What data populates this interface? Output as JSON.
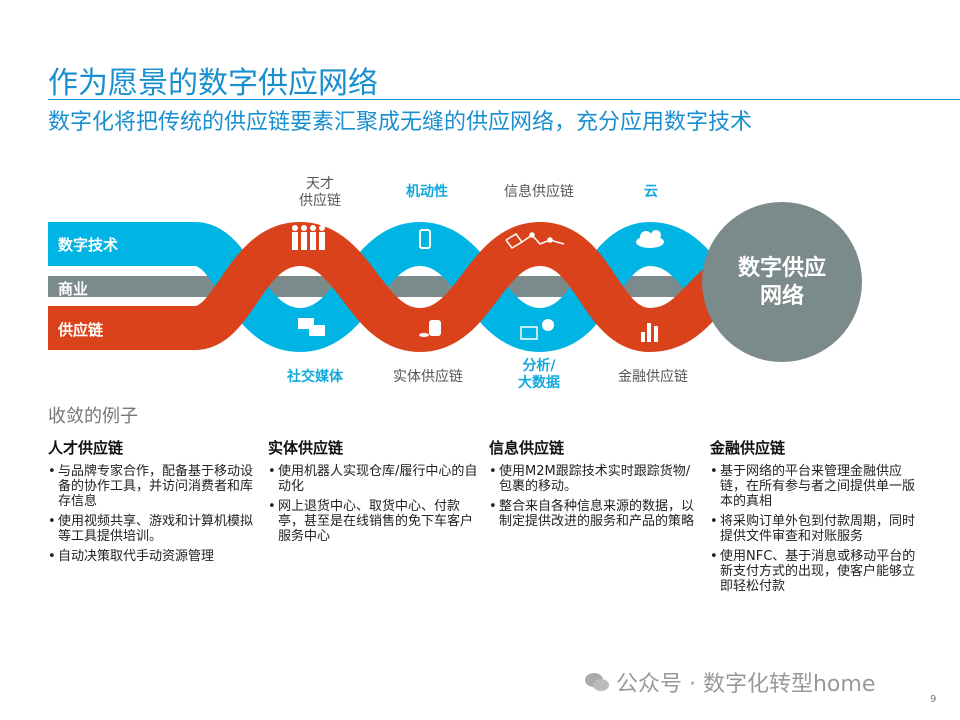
{
  "title": "作为愿景的数字供应网络",
  "subtitle": "数字化将把传统的供应链要素汇聚成无缝的供应网络，充分应用数字技术",
  "colors": {
    "digital": "#00b4e4",
    "business": "#7b8a8a",
    "supply": "#d9421a",
    "title": "#1a8fcf"
  },
  "diagram": {
    "bands": [
      "数字技术",
      "商业",
      "供应链"
    ],
    "top_labels": [
      {
        "text": "天才\n供应链",
        "line1": "天才",
        "line2": "供应链",
        "icon": "people-icon"
      },
      {
        "text": "机动性",
        "icon": "mobile-phone-icon"
      },
      {
        "text": "信息供应链",
        "icon": "network-nodes-icon"
      },
      {
        "text": "云",
        "icon": "cloud-icon"
      }
    ],
    "bottom_labels": [
      {
        "text": "社交媒体",
        "icon": "chat-bubbles-icon"
      },
      {
        "text": "实体供应链",
        "icon": "coins-icon"
      },
      {
        "text": "分析/\n大数据",
        "line1": "分析/",
        "line2": "大数据",
        "icon": "analytics-chart-icon"
      },
      {
        "text": "金融供应链",
        "icon": "bar-chart-icon"
      }
    ],
    "circle_line1": "数字供应",
    "circle_line2": "网络"
  },
  "convergence_title": "收敛的例子",
  "columns": [
    {
      "heading": "人才供应链",
      "bullets": [
        "与品牌专家合作，配备基于移动设备的协作工具，并访问消费者和库存信息",
        "使用视频共享、游戏和计算机模拟等工具提供培训。",
        "自动决策取代手动资源管理"
      ]
    },
    {
      "heading": "实体供应链",
      "bullets": [
        "使用机器人实现仓库/履行中心的自动化",
        "网上退货中心、取货中心、付款亭，甚至是在线销售的免下车客户服务中心"
      ]
    },
    {
      "heading": "信息供应链",
      "bullets": [
        "使用M2M跟踪技术实时跟踪货物/包裹的移动。",
        "整合来自各种信息来源的数据，以制定提供改进的服务和产品的策略"
      ]
    },
    {
      "heading": "金融供应链",
      "bullets": [
        "基于网络的平台来管理金融供应链，在所有参与者之间提供单一版本的真相",
        "将采购订单外包到付款周期，同时提供文件审查和对账服务",
        "使用NFC、基于消息或移动平台的新支付方式的出现，使客户能够立即轻松付款"
      ]
    }
  ],
  "watermark": "公众号 · 数字化转型home",
  "page_number": "9"
}
